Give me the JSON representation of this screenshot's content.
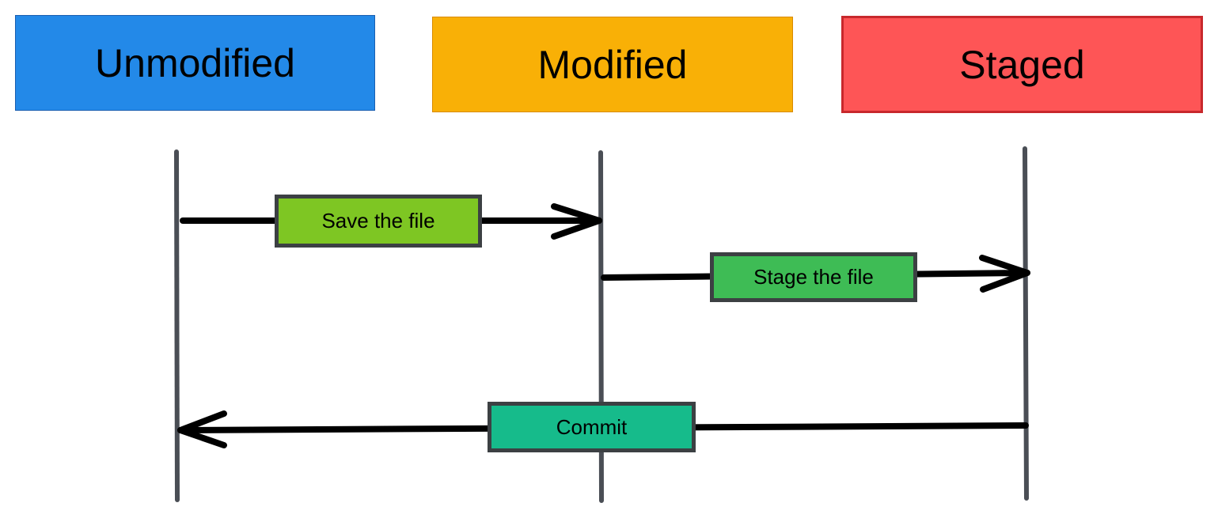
{
  "states": [
    {
      "label": "Unmodified",
      "color": "#2389e8"
    },
    {
      "label": "Modified",
      "color": "#f9b006"
    },
    {
      "label": "Staged",
      "color": "#fe5556"
    }
  ],
  "actions": [
    {
      "label": "Save the file",
      "color": "#7ec623"
    },
    {
      "label": "Stage the file",
      "color": "#3ebc55"
    },
    {
      "label": "Commit",
      "color": "#16bb8b"
    }
  ],
  "colors": {
    "lifeline": "#4a4e55",
    "arrow": "#000000",
    "action_border": "#3c4043"
  }
}
